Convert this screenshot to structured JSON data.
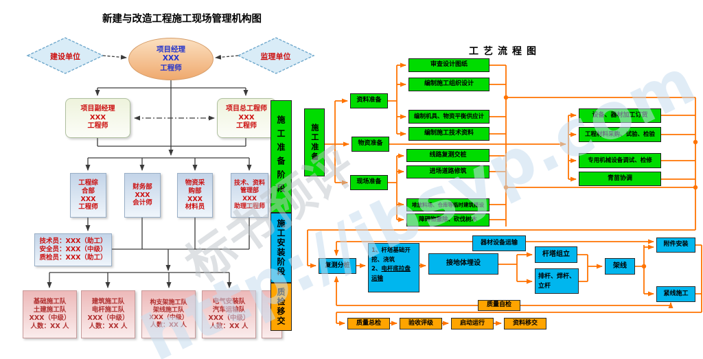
{
  "watermarks": {
    "brand": "标书预评",
    "url": "http://ibsyp.com"
  },
  "org_chart": {
    "title": "新建与改造工程施工现场管理机构图",
    "construction_unit": "建设单位",
    "supervision_unit": "监理单位",
    "project_manager": "项目经理\nXXX\n工程师",
    "deputy_manager": "项目副经理\nXXX\n工程师",
    "chief_engineer": "项目总工程师\nXXX\n工程师",
    "departments": [
      "工程综\n合部\nXXX\n工程师",
      "财务部\nXXX\n会计师",
      "物资采\n购部\nXXX\n材料员",
      "技术、资料\n管理部\nXXX\n助理工程师"
    ],
    "staff": "技术员：XXX（助工）\n安全员：XXX（中级）\n质检员：XXX（助工）",
    "teams": [
      "基础施工队\n土建施工队\nXXX（中级）\n人数：XX 人",
      "建筑施工队\n电杆施工队\nXXX（中级）\n人数：XX 人",
      "构支架施工队\n架线施工队\nXXX（中级）\n人数：XX 人",
      "电气安装队\n汽车运输队\nXXX（中级）\n人数：XX 人"
    ],
    "phases": [
      "施工准备阶段",
      "施工安装阶段",
      "质检移交"
    ]
  },
  "flow_chart": {
    "title": "工艺流程图",
    "prep": {
      "main": "施工准备",
      "data_prep": "资料准备",
      "material_prep": "物资准备",
      "site_prep": "现场准备"
    },
    "docs": [
      "审查设计图纸",
      "编制施工组织设计",
      "编制机具、物资平衡供应计",
      "编制施工技术资料"
    ],
    "site": [
      "线路复测交桩",
      "进场道路修筑",
      "堆放料场、仓库等临时建筑搭设",
      "障碍物撤除、砍伐树木"
    ],
    "procurement": [
      "设备、器材加工订货",
      "工程材料采购、试验、检验",
      "专用机械设备调试、检修",
      "青苗协调"
    ],
    "install": {
      "resurvey": "复测分桩",
      "foundation_line1": "1、杆塔基础开挖、浇筑",
      "foundation_line2_prefix": "2、",
      "foundation_line2": "电杆底拉盘运输",
      "grounding": "接地体埋设",
      "equipment_transport": "器材设备运输",
      "tower_assembly": "杆塔组立",
      "pole_erection": "排杆、焊杆、\n立杆",
      "stringing": "架线",
      "fittings": "附件安装",
      "tensioning": "紧线施工"
    },
    "quality": {
      "self_check": "质量自检",
      "final_check": "质量总检",
      "acceptance": "验收评级",
      "startup": "启动运行",
      "handover": "资料移交"
    }
  }
}
